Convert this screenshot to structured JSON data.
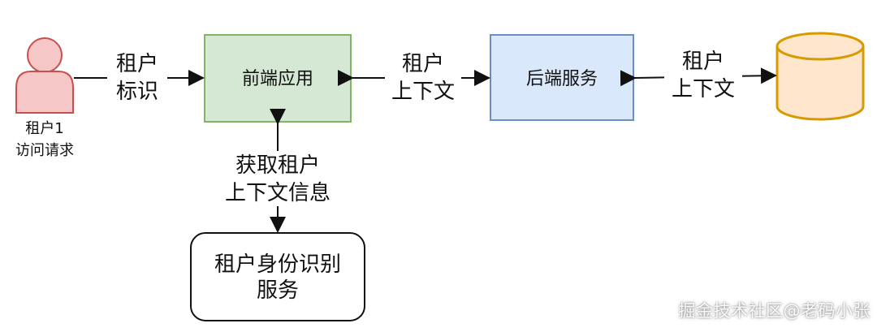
{
  "nodes": {
    "tenant": {
      "label_line1": "租户1",
      "label_line2": "访问请求",
      "icon": "user-icon",
      "fill": "#f5c7c7",
      "stroke": "#c94f4f"
    },
    "frontend": {
      "label": "前端应用",
      "fill": "#d5e8d4",
      "stroke": "#82b366"
    },
    "backend": {
      "label": "后端服务",
      "fill": "#dae8fc",
      "stroke": "#6c8ebf"
    },
    "identity": {
      "label_line1": "租户身份识别",
      "label_line2": "服务",
      "fill": "#ffffff",
      "stroke": "#111111"
    },
    "database": {
      "icon": "database-icon",
      "fill": "#ffe6cc",
      "stroke": "#d79b00"
    }
  },
  "edges": {
    "tenant_to_frontend": {
      "label_line1": "租户",
      "label_line2": "标识"
    },
    "frontend_backend": {
      "label_line1": "租户",
      "label_line2": "上下文"
    },
    "backend_database": {
      "label_line1": "租户",
      "label_line2": "上下文"
    },
    "frontend_identity": {
      "label_line1": "获取租户",
      "label_line2": "上下文信息"
    }
  },
  "watermark": "掘金技术社区@老码小张"
}
